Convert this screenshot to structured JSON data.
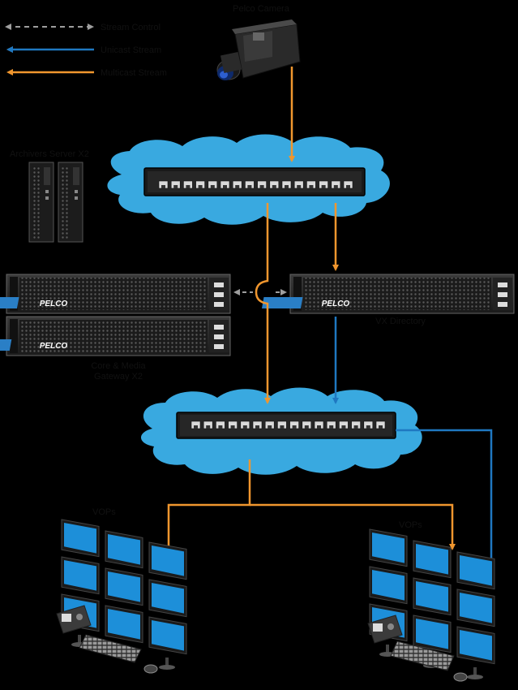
{
  "legend": {
    "items": [
      {
        "label": "Stream Control",
        "kind": "control",
        "color": "#9e9e9e"
      },
      {
        "label": "Unicast Stream",
        "kind": "unicast",
        "color": "#1f78c1"
      },
      {
        "label": "Multicast Stream",
        "kind": "multicast",
        "color": "#f0962e"
      }
    ]
  },
  "nodes": {
    "camera": {
      "label": "Pelco Camera",
      "icon": "ip-camera-icon"
    },
    "archive_servers": {
      "label": "Archivers Server X2",
      "icon": "tower-server-icon"
    },
    "core_gateway": {
      "label_line1": "Core & Media",
      "label_line2": "Gateway X2",
      "brand": "PELCO",
      "icon": "rack-server-icon"
    },
    "vx_dir": {
      "label": "VX Directory",
      "brand": "PELCO",
      "icon": "rack-server-icon"
    },
    "network_top": {
      "icon": "cloud-switch-icon"
    },
    "network_bottom": {
      "icon": "cloud-switch-icon"
    },
    "workstation_left": {
      "label": "VOPs",
      "icon": "video-wall-workstation-icon"
    },
    "workstation_right": {
      "label": "VOPs",
      "icon": "video-wall-workstation-icon"
    }
  },
  "colors": {
    "background": "#000000",
    "cloud": "#39a9e0",
    "multicast": "#f0962e",
    "unicast": "#1f78c1",
    "control": "#9e9e9e",
    "monitor_screen": "#1d8fd9",
    "brand_badge": "#2a7fc6"
  }
}
